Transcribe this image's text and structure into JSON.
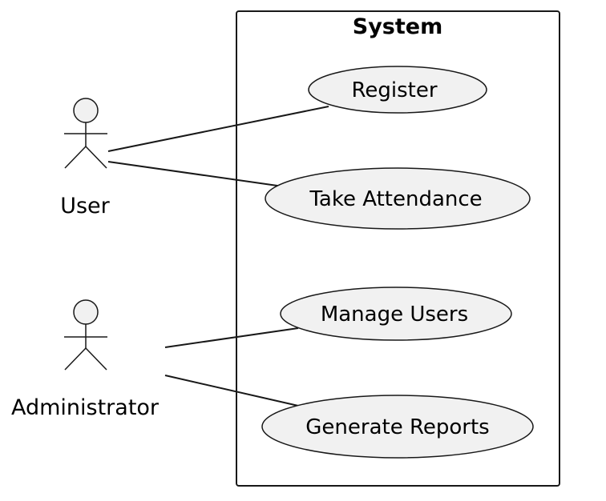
{
  "diagram": {
    "type": "uml-use-case",
    "system": {
      "title": "System"
    },
    "actors": [
      {
        "id": "user",
        "label": "User"
      },
      {
        "id": "administrator",
        "label": "Administrator"
      }
    ],
    "use_cases": [
      {
        "id": "register",
        "label": "Register"
      },
      {
        "id": "take-attendance",
        "label": "Take Attendance"
      },
      {
        "id": "manage-users",
        "label": "Manage Users"
      },
      {
        "id": "generate-reports",
        "label": "Generate Reports"
      }
    ],
    "associations": [
      {
        "from": "user",
        "to": "register"
      },
      {
        "from": "user",
        "to": "take-attendance"
      },
      {
        "from": "administrator",
        "to": "manage-users"
      },
      {
        "from": "administrator",
        "to": "generate-reports"
      }
    ],
    "colors": {
      "line": "#181818",
      "actor_fill": "#f1f1f1",
      "usecase_fill": "#f1f1f1",
      "background": "#ffffff"
    }
  }
}
